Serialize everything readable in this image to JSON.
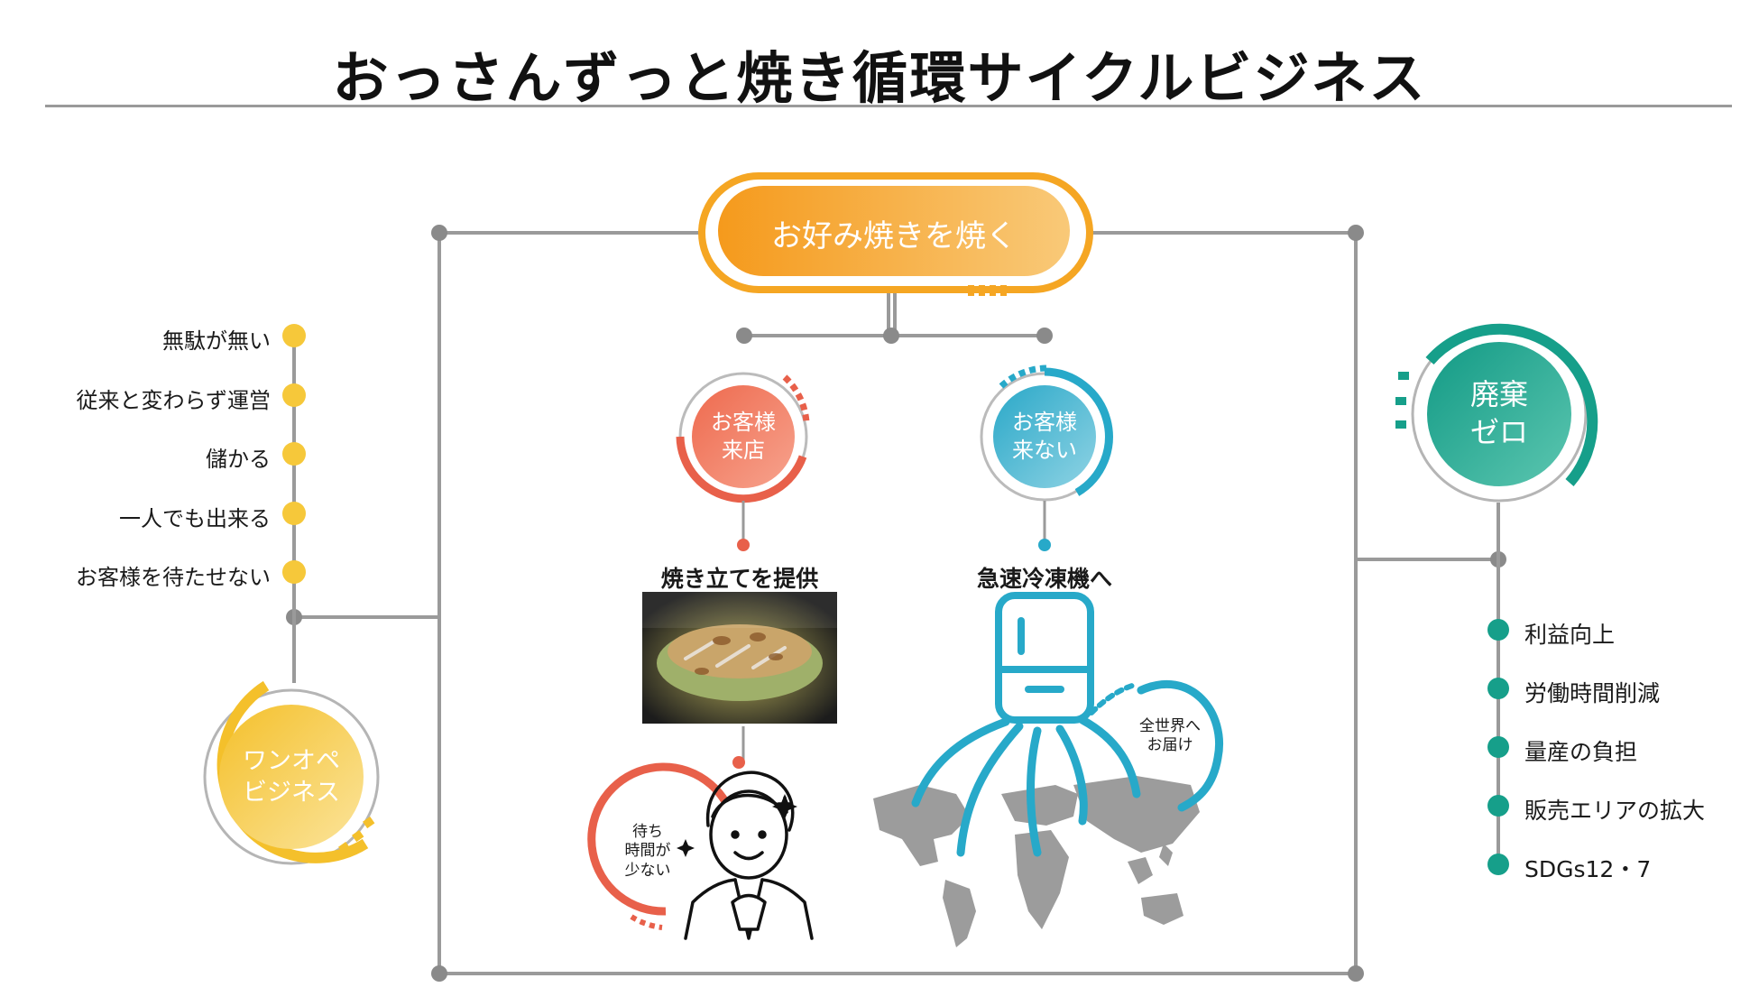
{
  "title": "おっさんずっと焼き循環サイクルビジネス",
  "colors": {
    "orange": "#f5a623",
    "yellow": "#f6c83a",
    "red": "#e8604a",
    "blue": "#27a9c9",
    "teal": "#169f8a",
    "line": "#9a9a9a"
  },
  "top_node": {
    "label": "お好み焼きを焼く"
  },
  "left_node": {
    "line1": "ワンオペ",
    "line2": "ビジネス"
  },
  "left_list": [
    "無駄が無い",
    "従来と変わらず運営",
    "儲かる",
    "一人でも出来る",
    "お客様を待たせない"
  ],
  "customer_in": {
    "line1": "お客様",
    "line2": "来店",
    "caption": "焼き立てを提供"
  },
  "customer_out": {
    "line1": "お客様",
    "line2": "来ない",
    "caption": "急速冷凍機へ"
  },
  "wait_label": {
    "line1": "待ち",
    "line2": "時間が",
    "line3": "少ない"
  },
  "delivery_label": {
    "line1": "全世界へ",
    "line2": "お届け"
  },
  "right_node": {
    "line1": "廃棄",
    "line2": "ゼロ"
  },
  "right_list": [
    "利益向上",
    "労働時間削減",
    "量産の負担",
    "販売エリアの拡大",
    "SDGs12・7"
  ],
  "icons": [
    "okonomiyaki-photo",
    "man-icon",
    "freezer-icon",
    "world-map-icon"
  ]
}
